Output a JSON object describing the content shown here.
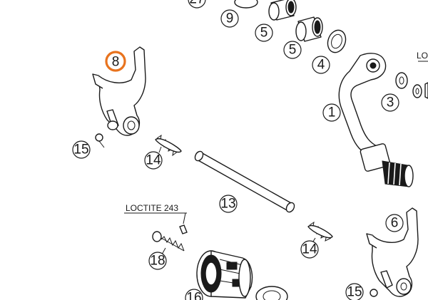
{
  "highlight_color": "#e8731e",
  "callouts": {
    "c27": "27",
    "c9": "9",
    "c5a": "5",
    "c5b": "5",
    "c4": "4",
    "c3": "3",
    "c1": "1",
    "c8": "8",
    "c15a": "15",
    "c14a": "14",
    "c13": "13",
    "c6": "6",
    "c14b": "14",
    "c18": "18",
    "c16": "16",
    "c15b": "15"
  },
  "notes": {
    "loctite": "LOCTITE 243",
    "loctite_right": "LO"
  }
}
